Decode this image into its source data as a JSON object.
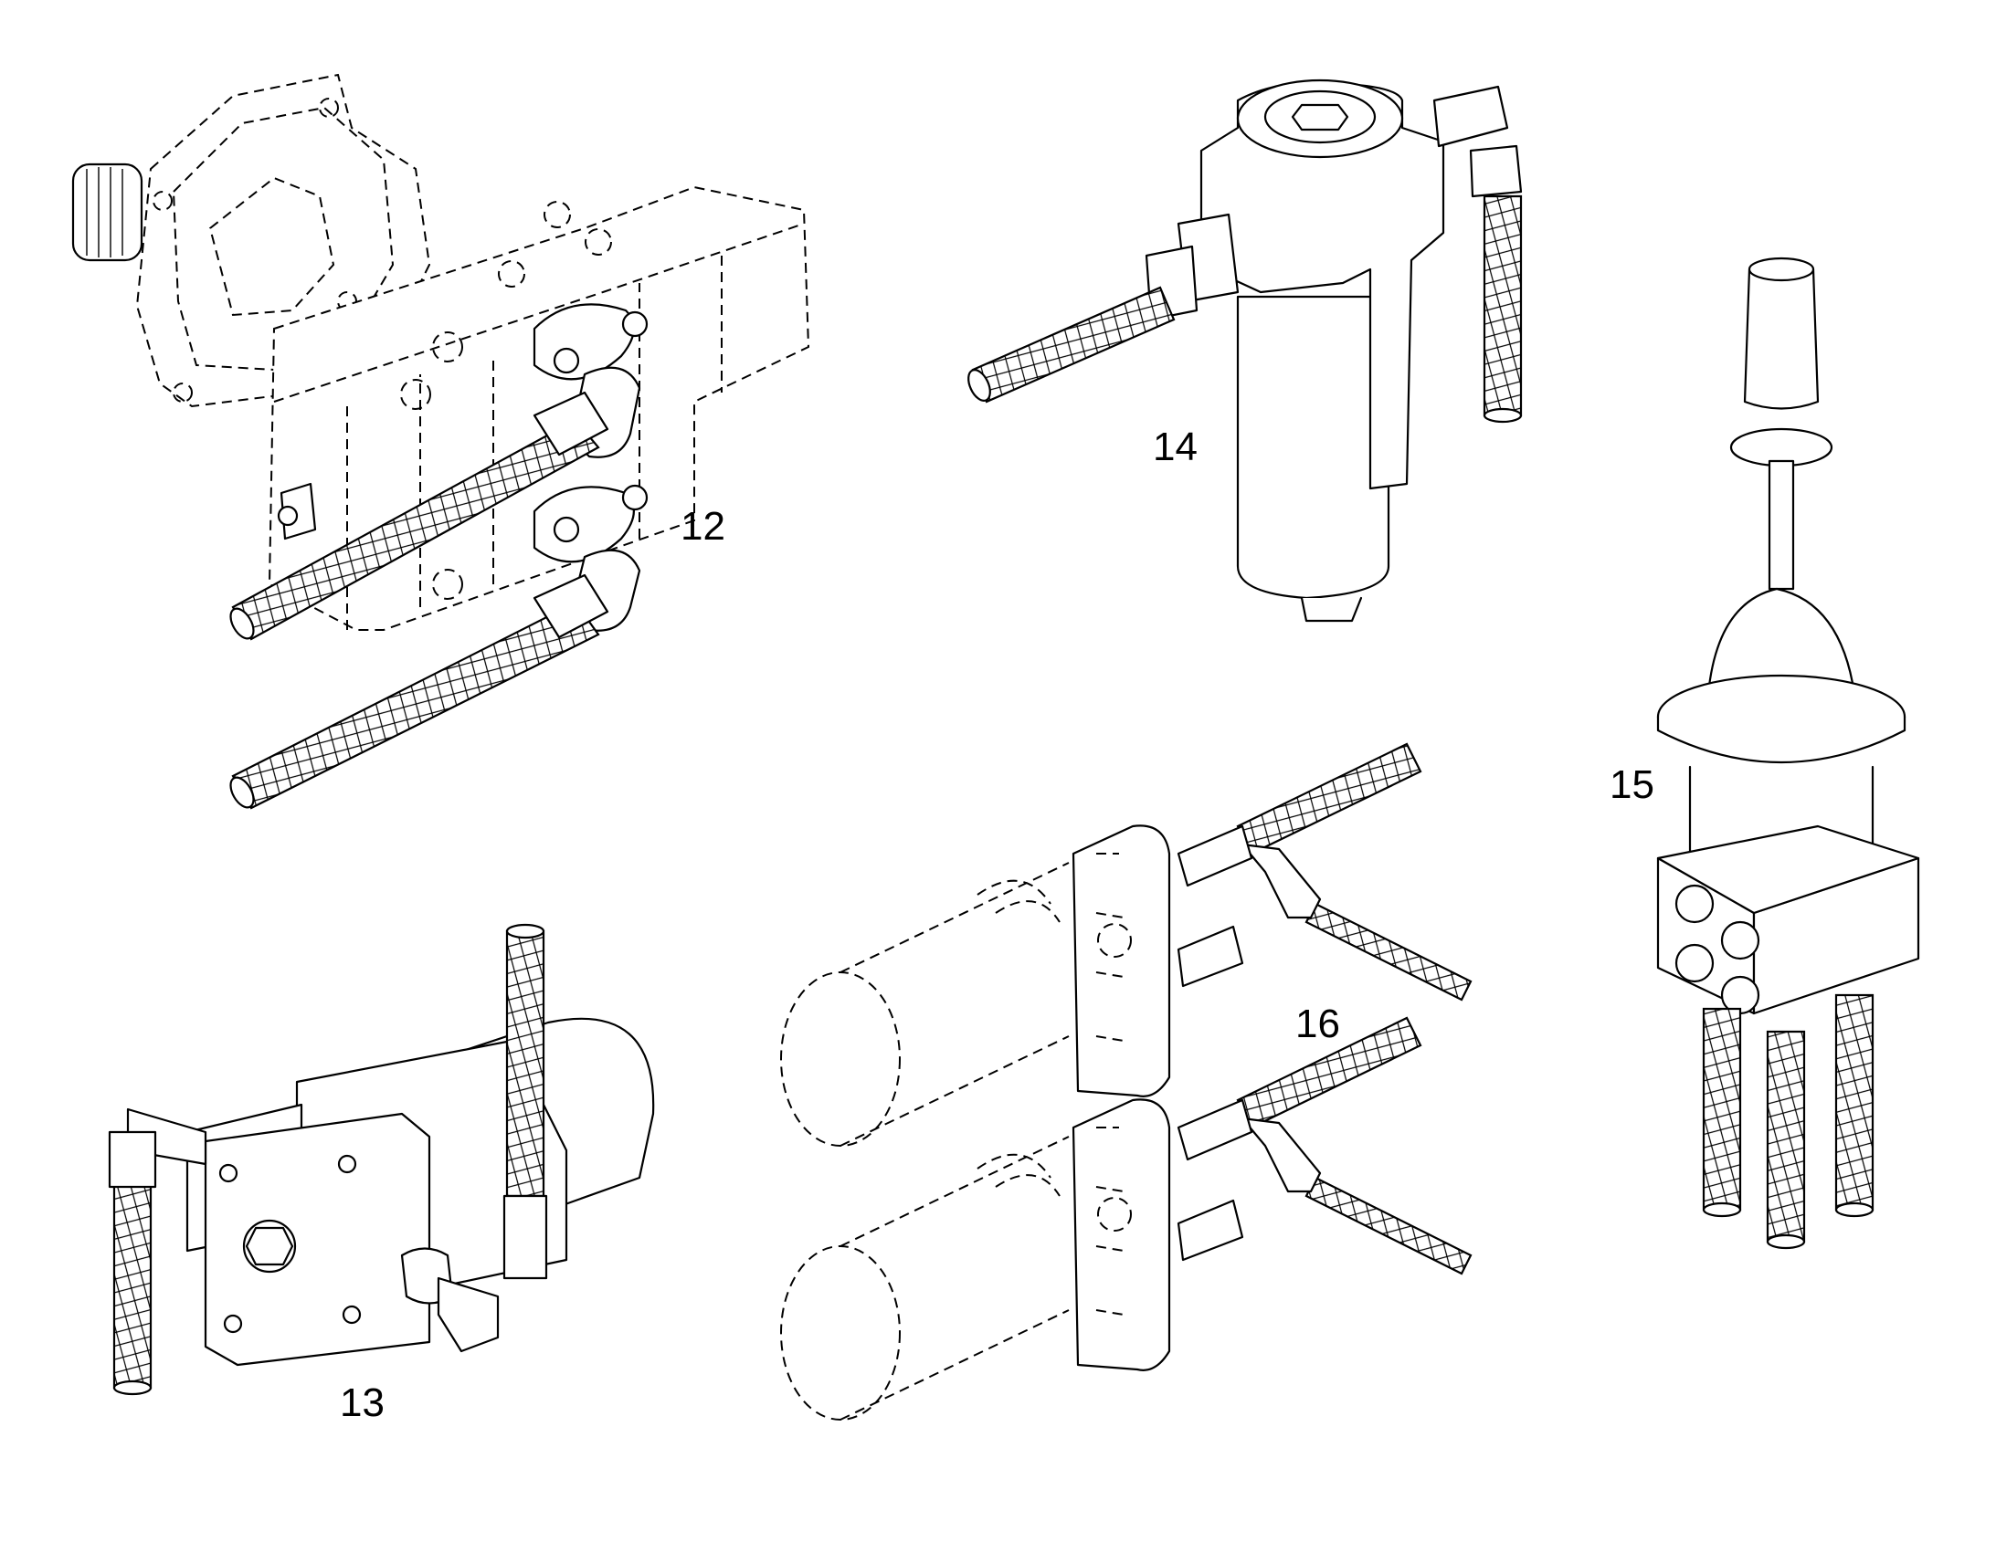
{
  "callouts": {
    "item12": "12",
    "item13": "13",
    "item14": "14",
    "item15": "15",
    "item16": "16"
  },
  "icons": {
    "item12": "hydraulic-pump-with-control-valve-icon",
    "item13": "gear-pump-icon",
    "item14": "hydraulic-filter-icon",
    "item15": "joystick-control-valve-icon",
    "item16": "solenoid-valve-pair-icon"
  }
}
